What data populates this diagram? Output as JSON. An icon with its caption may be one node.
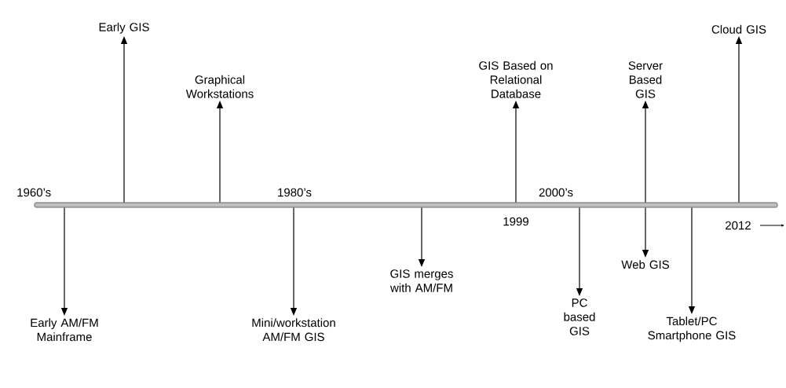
{
  "diagram": {
    "nodes": [
      {
        "text": [],
        "shape": "bar"
      },
      {
        "text": [
          "Early GIS"
        ]
      },
      {
        "text": [
          "Graphical Workstations"
        ]
      },
      {
        "text": [
          "GIS Based on Relational Database"
        ]
      },
      {
        "text": [
          "Server Based GIS"
        ]
      },
      {
        "text": [
          "Cloud GIS"
        ]
      },
      {
        "text": [
          "Early AM/FM Mainframe"
        ]
      },
      {
        "text": [
          "Mini/workstation AM/FM GIS"
        ]
      },
      {
        "text": [
          "GIS merges with AM/FM"
        ]
      },
      {
        "text": [
          "PC based GIS"
        ]
      },
      {
        "text": [
          "Web GIS"
        ]
      },
      {
        "text": [
          "Tablet/PC Smartphone GIS"
        ]
      }
    ],
    "edges": [
      {
        "from": 0,
        "to": 1,
        "arrow": "to"
      },
      {
        "from": 0,
        "to": 2,
        "arrow": "to"
      },
      {
        "from": 0,
        "to": 3,
        "arrow": "to"
      },
      {
        "from": 0,
        "to": 4,
        "arrow": "to"
      },
      {
        "from": 0,
        "to": 5,
        "arrow": "to"
      },
      {
        "from": 0,
        "to": 6,
        "arrow": "to"
      },
      {
        "from": 0,
        "to": 7,
        "arrow": "to"
      },
      {
        "from": 0,
        "to": 8,
        "arrow": "to"
      },
      {
        "from": 0,
        "to": 9,
        "arrow": "to"
      },
      {
        "from": 0,
        "to": 10,
        "arrow": "to"
      },
      {
        "from": 0,
        "to": 11,
        "arrow": "to"
      }
    ],
    "labels": [
      "1960’s",
      "1980’s",
      "2000’s",
      "1999",
      "2012"
    ]
  }
}
